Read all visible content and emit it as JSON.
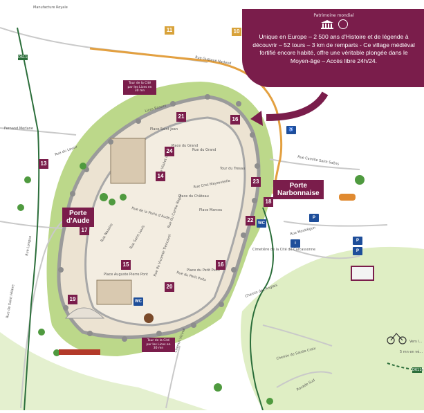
{
  "banner": {
    "unesco_caption": "Patrimoine mondial",
    "description": "Unique en Europe – 2 500 ans d'Histoire et de légende à découvrir – 52 tours – 3 km de remparts - Ce village médiéval fortifié encore habité, offre une véritable plongée dans le Moyen-âge – Accès libre 24h/24."
  },
  "gates": {
    "narbonnaise": "Porte\nNarbonnaise",
    "aude": "Porte\nd'Aude"
  },
  "tour_boxes": {
    "top": "Tour de la Cité par les Lices en 30 mn",
    "bottom": "Tour de la Cité par les Lices en 30 mn"
  },
  "numbers": [
    "10",
    "11",
    "13",
    "14",
    "15",
    "16",
    "16",
    "17",
    "18",
    "19",
    "20",
    "21",
    "22",
    "23",
    "24"
  ],
  "routes": {
    "left": "D6118",
    "bottom_right": "D6118"
  },
  "streets": {
    "manufacture": "Manufacture Royale",
    "fermand": "Fernand Merlane",
    "gustave": "Rue Gustave Nadaud",
    "lices_basses": "Lices Basses",
    "place_st_jean": "Place Saint Jean",
    "place_grand_puits": "Place du Grand",
    "rue_grand_puits": "Rue du Grand",
    "tour_tresau": "Tour du Tresau",
    "rue_cros_mayrevieille": "Rue Cros Mayrevieille",
    "place_chateau": "Place du Château",
    "place_marcou": "Place Marcou",
    "rue_porte_aude": "Rue de la Porte d'Aude",
    "rue_comte_roger": "Rue du Comte Roger",
    "rue_violet_le_duc": "Rue Viollet le Duc",
    "rue_saint_louis": "Rue Saint Louis",
    "rue_nazaire": "Rue Nazaire",
    "place_auguste": "Place Auguste Pierre Pont",
    "rue_vicomte_trencavel": "Rue du Vicomte Trencavel",
    "rue_petit_puits": "Rue du Petit Puits",
    "place_petit_puits": "Place du Petit Puits",
    "cimetiere": "Cimetière de la Cité de Carcassonne",
    "rue_camille": "Rue Camille Saint Saëns",
    "rue_montlegun": "Rue Montlégun",
    "chemin_anglais": "Chemin des Anglais",
    "chemin_croix": "Chemin de Sainte Croix",
    "rocade": "Rocade Sud",
    "rue_rennes": "Rue de Saint Hilaire",
    "rue_longue": "Rue Longue",
    "rue_lavoir": "Rue du Lavoir",
    "pont_vieux": "Chemin Vicinal",
    "vers": "Vers l...",
    "five_min": "5 mn en vé..."
  },
  "colors": {
    "burgundy": "#7a1d4b",
    "grass": "#bcd88a",
    "road_orange": "#e3a040",
    "route_green": "#2b6e3a",
    "service_blue": "#1e4e9a"
  },
  "icons": [
    "unesco-temple-icon",
    "heritage-circle-icon",
    "parking-icon",
    "bus-icon",
    "wc-icon",
    "info-icon",
    "bicycle-icon",
    "car-icon",
    "horse-rider-icon",
    "tree-icon",
    "arrow-icon"
  ]
}
